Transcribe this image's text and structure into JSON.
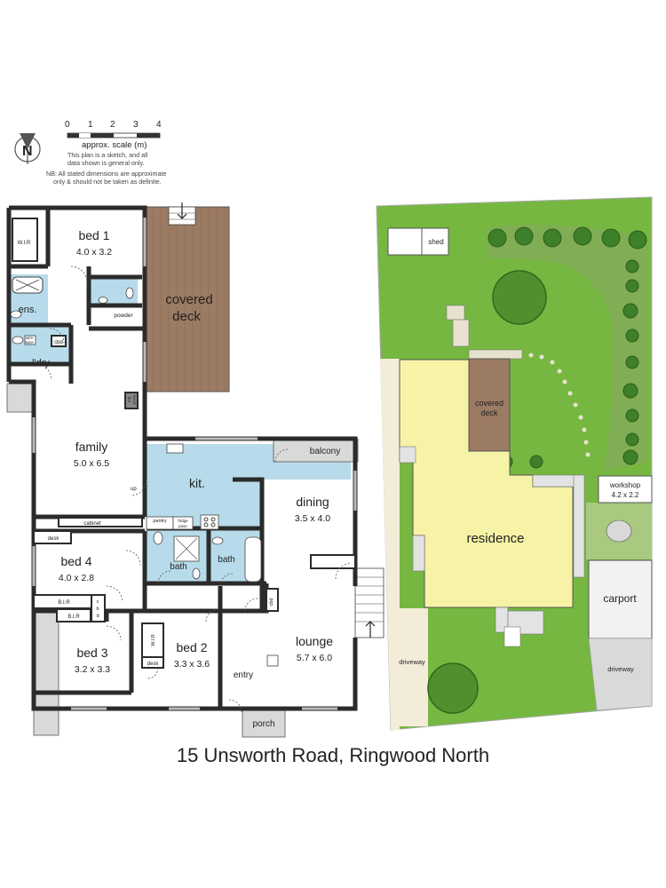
{
  "scale": {
    "ticks": [
      "0",
      "1",
      "2",
      "3",
      "4"
    ],
    "label": "approx. scale (m)",
    "note_lines": [
      "This plan is a sketch, and all",
      "data shown is general only."
    ],
    "nb_lines": [
      "NB: All stated dimensions are approximate",
      "only & should not be taken as definite."
    ]
  },
  "compass_letter": "N",
  "address": "15 Unsworth Road, Ringwood North",
  "rooms": {
    "bed1": {
      "name": "bed 1",
      "dim": "4.0 x 3.2"
    },
    "wir1": "W.I.R",
    "ens": "ens.",
    "powder": "powder",
    "covered_deck": {
      "line1": "covered",
      "line2": "deck"
    },
    "wm": {
      "line1": "w/m",
      "line2": "spce"
    },
    "cbd": "cbd",
    "ldry": "l'dry",
    "wood_fire": {
      "line1": "wood",
      "line2": "fire"
    },
    "family": {
      "name": "family",
      "dim": "5.0 x 6.5"
    },
    "up": "up",
    "kit": "kit.",
    "balcony": "balcony",
    "dining": {
      "name": "dining",
      "dim": "3.5 x 4.0"
    },
    "cabinet": "cabinet",
    "desk1": "desk",
    "pantry": "pantry",
    "fridge": {
      "line1": "fridge",
      "line2": "posn"
    },
    "bed4": {
      "name": "bed 4",
      "dim": "4.0 x 2.8"
    },
    "bath1": "bath",
    "bath2": "bath",
    "cbd2": "cbd",
    "bir1": "B.I.R",
    "bir2": "B.I.R",
    "cbd_vert": [
      "c",
      "b",
      "d"
    ],
    "wir2": "W.I.R",
    "desk2": "desk",
    "bed3": {
      "name": "bed 3",
      "dim": "3.2 x 3.3"
    },
    "bed2": {
      "name": "bed 2",
      "dim": "3.3 x 3.6"
    },
    "lounge": {
      "name": "lounge",
      "dim": "5.7 x 6.0"
    },
    "entry": "entry",
    "porch": "porch"
  },
  "site": {
    "shed": "shed",
    "covered_deck": {
      "line1": "covered",
      "line2": "deck"
    },
    "workshop": {
      "name": "workshop",
      "dim": "4.2 x 2.2"
    },
    "residence": "residence",
    "carport": "carport",
    "driveway_left": "driveway",
    "driveway_right": "driveway"
  },
  "colors": {
    "wall": "#2b2b2b",
    "deck": "#9b7b63",
    "wet_area": "#b7dbea",
    "lawn": "#76b741",
    "residence": "#f6f3a6",
    "concrete": "#d9d9d9",
    "path": "#f2ecd9"
  }
}
